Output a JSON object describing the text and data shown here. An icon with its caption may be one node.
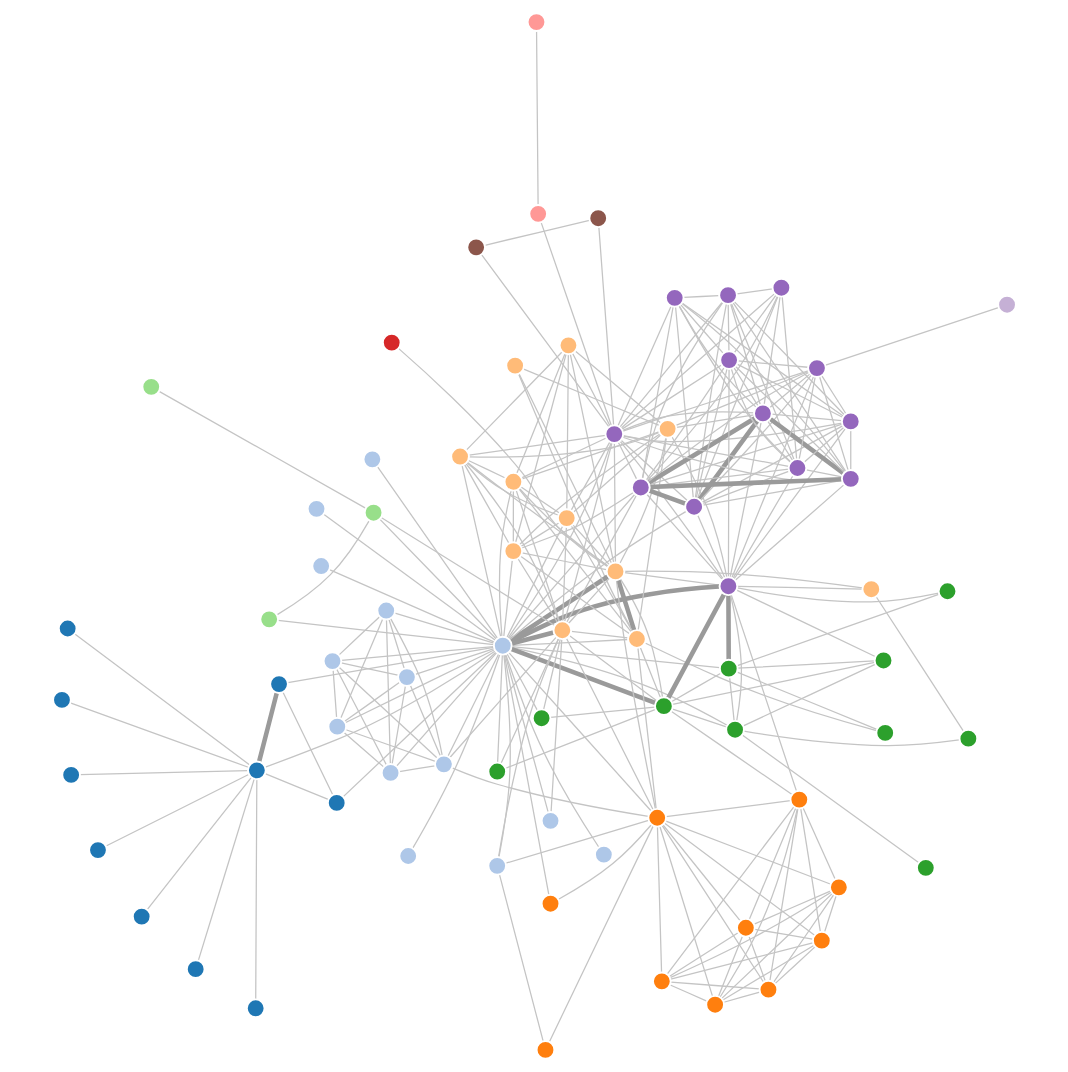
{
  "diagram": {
    "nodes": [
      {
        "text": [],
        "shape": "circle"
      },
      {
        "text": [],
        "shape": "circle"
      },
      {
        "text": [],
        "shape": "circle"
      },
      {
        "text": [],
        "shape": "circle"
      },
      {
        "text": [],
        "shape": "circle"
      },
      {
        "text": [],
        "shape": "circle"
      },
      {
        "text": [],
        "shape": "circle"
      },
      {
        "text": [],
        "shape": "circle"
      },
      {
        "text": [],
        "shape": "circle"
      },
      {
        "text": [],
        "shape": "circle"
      },
      {
        "text": [],
        "shape": "circle"
      },
      {
        "text": [],
        "shape": "circle"
      },
      {
        "text": [],
        "shape": "circle"
      },
      {
        "text": [],
        "shape": "circle"
      },
      {
        "text": [],
        "shape": "circle"
      },
      {
        "text": [],
        "shape": "circle"
      },
      {
        "text": [],
        "shape": "circle"
      },
      {
        "text": [],
        "shape": "circle"
      },
      {
        "text": [],
        "shape": "circle"
      },
      {
        "text": [],
        "shape": "circle"
      },
      {
        "text": [],
        "shape": "circle"
      },
      {
        "text": [],
        "shape": "circle"
      },
      {
        "text": [],
        "shape": "circle"
      },
      {
        "text": [],
        "shape": "circle"
      },
      {
        "text": [],
        "shape": "circle"
      },
      {
        "text": [],
        "shape": "circle"
      },
      {
        "text": [],
        "shape": "circle"
      },
      {
        "text": [],
        "shape": "circle"
      },
      {
        "text": [],
        "shape": "circle"
      },
      {
        "text": [],
        "shape": "circle"
      },
      {
        "text": [],
        "shape": "circle"
      },
      {
        "text": [],
        "shape": "circle"
      },
      {
        "text": [],
        "shape": "circle"
      },
      {
        "text": [],
        "shape": "circle"
      },
      {
        "text": [],
        "shape": "circle"
      },
      {
        "text": [],
        "shape": "circle"
      },
      {
        "text": [],
        "shape": "circle"
      },
      {
        "text": [],
        "shape": "circle"
      },
      {
        "text": [],
        "shape": "circle"
      },
      {
        "text": [],
        "shape": "circle"
      },
      {
        "text": [],
        "shape": "circle"
      },
      {
        "text": [],
        "shape": "circle"
      },
      {
        "text": [],
        "shape": "circle"
      },
      {
        "text": [],
        "shape": "circle"
      },
      {
        "text": [],
        "shape": "circle"
      },
      {
        "text": [],
        "shape": "circle"
      },
      {
        "text": [],
        "shape": "circle"
      },
      {
        "text": [],
        "shape": "circle"
      },
      {
        "text": [],
        "shape": "circle"
      },
      {
        "text": [],
        "shape": "circle"
      },
      {
        "text": [],
        "shape": "circle"
      },
      {
        "text": [],
        "shape": "circle"
      },
      {
        "text": [],
        "shape": "circle"
      },
      {
        "text": [],
        "shape": "circle"
      },
      {
        "text": [],
        "shape": "circle"
      },
      {
        "text": [],
        "shape": "circle"
      },
      {
        "text": [],
        "shape": "circle"
      },
      {
        "text": [],
        "shape": "circle"
      },
      {
        "text": [],
        "shape": "circle"
      },
      {
        "text": [],
        "shape": "circle"
      },
      {
        "text": [],
        "shape": "circle"
      },
      {
        "text": [],
        "shape": "circle"
      },
      {
        "text": [],
        "shape": "circle"
      },
      {
        "text": [],
        "shape": "circle"
      },
      {
        "text": [],
        "shape": "circle"
      },
      {
        "text": [],
        "shape": "circle"
      },
      {
        "text": [],
        "shape": "circle"
      },
      {
        "text": [],
        "shape": "circle"
      },
      {
        "text": [],
        "shape": "circle"
      },
      {
        "text": [],
        "shape": "circle"
      },
      {
        "text": [],
        "shape": "circle"
      },
      {
        "text": [],
        "shape": "circle"
      },
      {
        "text": [],
        "shape": "circle"
      },
      {
        "text": [],
        "shape": "circle"
      },
      {
        "text": [],
        "shape": "circle"
      },
      {
        "text": [],
        "shape": "circle"
      },
      {
        "text": [],
        "shape": "circle"
      }
    ],
    "edges": [
      {
        "from": 0,
        "to": 6,
        "arrow": "none"
      },
      {
        "from": 20,
        "to": 6,
        "arrow": "none"
      },
      {
        "from": 30,
        "to": 6,
        "arrow": "none",
        "style": "thick"
      },
      {
        "from": 30,
        "to": 20,
        "arrow": "none"
      },
      {
        "from": 3,
        "to": 6,
        "arrow": "none"
      },
      {
        "from": 2,
        "to": 6,
        "arrow": "none"
      },
      {
        "from": 5,
        "to": 6,
        "arrow": "none"
      },
      {
        "from": 10,
        "to": 6,
        "arrow": "none"
      },
      {
        "from": 13,
        "to": 6,
        "arrow": "none"
      },
      {
        "from": 9,
        "to": 6,
        "arrow": "none"
      },
      {
        "from": 60,
        "to": 55,
        "arrow": "none"
      },
      {
        "from": 60,
        "to": 30,
        "arrow": "none"
      },
      {
        "from": 60,
        "to": 20,
        "arrow": "none"
      },
      {
        "from": 60,
        "to": 6,
        "arrow": "none"
      },
      {
        "from": 51,
        "to": 60,
        "arrow": "none"
      },
      {
        "from": 61,
        "to": 60,
        "arrow": "none"
      },
      {
        "from": 64,
        "to": 60,
        "arrow": "none"
      },
      {
        "from": 69,
        "to": 60,
        "arrow": "none"
      },
      {
        "from": 70,
        "to": 68,
        "arrow": "none"
      },
      {
        "from": 72,
        "to": 68,
        "arrow": "none"
      },
      {
        "from": 72,
        "to": 70,
        "arrow": "none"
      },
      {
        "from": 74,
        "to": 68,
        "arrow": "none"
      },
      {
        "from": 74,
        "to": 70,
        "arrow": "none"
      },
      {
        "from": 74,
        "to": 72,
        "arrow": "none"
      },
      {
        "from": 73,
        "to": 68,
        "arrow": "none"
      },
      {
        "from": 73,
        "to": 70,
        "arrow": "none"
      },
      {
        "from": 73,
        "to": 72,
        "arrow": "none"
      },
      {
        "from": 73,
        "to": 74,
        "arrow": "none"
      },
      {
        "from": 76,
        "to": 68,
        "arrow": "none"
      },
      {
        "from": 76,
        "to": 70,
        "arrow": "none"
      },
      {
        "from": 76,
        "to": 72,
        "arrow": "none"
      },
      {
        "from": 76,
        "to": 74,
        "arrow": "none"
      },
      {
        "from": 76,
        "to": 73,
        "arrow": "none"
      },
      {
        "from": 75,
        "to": 68,
        "arrow": "none"
      },
      {
        "from": 75,
        "to": 70,
        "arrow": "none"
      },
      {
        "from": 75,
        "to": 72,
        "arrow": "none"
      },
      {
        "from": 75,
        "to": 74,
        "arrow": "none"
      },
      {
        "from": 75,
        "to": 73,
        "arrow": "none"
      },
      {
        "from": 75,
        "to": 76,
        "arrow": "none"
      },
      {
        "from": 66,
        "to": 68,
        "arrow": "none"
      },
      {
        "from": 66,
        "to": 70,
        "arrow": "none"
      },
      {
        "from": 66,
        "to": 72,
        "arrow": "none"
      },
      {
        "from": 66,
        "to": 74,
        "arrow": "none"
      },
      {
        "from": 66,
        "to": 73,
        "arrow": "none"
      },
      {
        "from": 66,
        "to": 76,
        "arrow": "none"
      },
      {
        "from": 66,
        "to": 75,
        "arrow": "none"
      },
      {
        "from": 66,
        "to": 51,
        "arrow": "none"
      },
      {
        "from": 66,
        "to": 60,
        "arrow": "none"
      },
      {
        "from": 19,
        "to": 66,
        "arrow": "none"
      },
      {
        "from": 19,
        "to": 60,
        "arrow": "none"
      },
      {
        "from": 29,
        "to": 19,
        "arrow": "none",
        "style": "thick"
      },
      {
        "from": 29,
        "to": 66,
        "arrow": "none"
      },
      {
        "from": 29,
        "to": 60,
        "arrow": "none",
        "style": "thick"
      },
      {
        "from": 17,
        "to": 19,
        "arrow": "none"
      },
      {
        "from": 17,
        "to": 60,
        "arrow": "none",
        "style": "thick"
      },
      {
        "from": 17,
        "to": 68,
        "arrow": "none"
      },
      {
        "from": 17,
        "to": 29,
        "arrow": "none"
      },
      {
        "from": 40,
        "to": 60,
        "arrow": "none",
        "style": "thick"
      },
      {
        "from": 40,
        "to": 66,
        "arrow": "none"
      },
      {
        "from": 40,
        "to": 29,
        "arrow": "none"
      },
      {
        "from": 40,
        "to": 19,
        "arrow": "none"
      },
      {
        "from": 40,
        "to": 17,
        "arrow": "none"
      },
      {
        "from": 52,
        "to": 60,
        "arrow": "none"
      },
      {
        "from": 52,
        "to": 40,
        "arrow": "none"
      },
      {
        "from": 36,
        "to": 66,
        "arrow": "none"
      },
      {
        "from": 36,
        "to": 40,
        "arrow": "none"
      },
      {
        "from": 36,
        "to": 60,
        "arrow": "none"
      },
      {
        "from": 62,
        "to": 66,
        "arrow": "none"
      },
      {
        "from": 65,
        "to": 62,
        "arrow": "none"
      },
      {
        "from": 65,
        "to": 60,
        "arrow": "none"
      },
      {
        "from": 65,
        "to": 66,
        "arrow": "none"
      },
      {
        "from": 65,
        "to": 40,
        "arrow": "none"
      },
      {
        "from": 71,
        "to": 60,
        "arrow": "none"
      },
      {
        "from": 46,
        "to": 60,
        "arrow": "none"
      },
      {
        "from": 46,
        "to": 40,
        "arrow": "none"
      },
      {
        "from": 21,
        "to": 60,
        "arrow": "none"
      },
      {
        "from": 21,
        "to": 36,
        "arrow": "none"
      },
      {
        "from": 26,
        "to": 60,
        "arrow": "none"
      },
      {
        "from": 26,
        "to": 21,
        "arrow": "none"
      },
      {
        "from": 26,
        "to": 36,
        "arrow": "none"
      },
      {
        "from": 31,
        "to": 21,
        "arrow": "none"
      },
      {
        "from": 31,
        "to": 26,
        "arrow": "none"
      },
      {
        "from": 31,
        "to": 60,
        "arrow": "none"
      },
      {
        "from": 31,
        "to": 36,
        "arrow": "none"
      },
      {
        "from": 41,
        "to": 21,
        "arrow": "none"
      },
      {
        "from": 41,
        "to": 26,
        "arrow": "none"
      },
      {
        "from": 41,
        "to": 31,
        "arrow": "none"
      },
      {
        "from": 41,
        "to": 60,
        "arrow": "none"
      },
      {
        "from": 41,
        "to": 36,
        "arrow": "none"
      },
      {
        "from": 47,
        "to": 21,
        "arrow": "none"
      },
      {
        "from": 47,
        "to": 26,
        "arrow": "none"
      },
      {
        "from": 47,
        "to": 31,
        "arrow": "none"
      },
      {
        "from": 47,
        "to": 41,
        "arrow": "none"
      },
      {
        "from": 47,
        "to": 60,
        "arrow": "none"
      },
      {
        "from": 47,
        "to": 36,
        "arrow": "none"
      },
      {
        "from": 16,
        "to": 29,
        "arrow": "none"
      },
      {
        "from": 50,
        "to": 29,
        "arrow": "none"
      },
      {
        "from": 33,
        "to": 19,
        "arrow": "none"
      },
      {
        "from": 33,
        "to": 29,
        "arrow": "none"
      },
      {
        "from": 24,
        "to": 33,
        "arrow": "none"
      },
      {
        "from": 24,
        "to": 29,
        "arrow": "none"
      },
      {
        "from": 24,
        "to": 19,
        "arrow": "none"
      },
      {
        "from": 25,
        "to": 60,
        "arrow": "none"
      },
      {
        "from": 25,
        "to": 17,
        "arrow": "none"
      },
      {
        "from": 25,
        "to": 40,
        "arrow": "none"
      },
      {
        "from": 56,
        "to": 52,
        "arrow": "none"
      },
      {
        "from": 56,
        "to": 60,
        "arrow": "none"
      },
      {
        "from": 57,
        "to": 52,
        "arrow": "none"
      },
      {
        "from": 18,
        "to": 7,
        "arrow": "none"
      },
      {
        "from": 32,
        "to": 18,
        "arrow": "none"
      },
      {
        "from": 32,
        "to": 29,
        "arrow": "none"
      },
      {
        "from": 32,
        "to": 40,
        "arrow": "none"
      },
      {
        "from": 32,
        "to": 60,
        "arrow": "none"
      },
      {
        "from": 8,
        "to": 17,
        "arrow": "none"
      },
      {
        "from": 8,
        "to": 60,
        "arrow": "none"
      },
      {
        "from": 4,
        "to": 8,
        "arrow": "none"
      },
      {
        "from": 4,
        "to": 19,
        "arrow": "none"
      },
      {
        "from": 11,
        "to": 8,
        "arrow": "none"
      },
      {
        "from": 11,
        "to": 17,
        "arrow": "none"
      },
      {
        "from": 11,
        "to": 60,
        "arrow": "none"
      },
      {
        "from": 15,
        "to": 11,
        "arrow": "none"
      },
      {
        "from": 15,
        "to": 16,
        "arrow": "none"
      },
      {
        "from": 1,
        "to": 11,
        "arrow": "none"
      },
      {
        "from": 12,
        "to": 11,
        "arrow": "none"
      },
      {
        "from": 12,
        "to": 8,
        "arrow": "none"
      },
      {
        "from": 12,
        "to": 17,
        "arrow": "none"
      },
      {
        "from": 28,
        "to": 11,
        "arrow": "none"
      },
      {
        "from": 28,
        "to": 8,
        "arrow": "none",
        "style": "thick"
      },
      {
        "from": 28,
        "to": 16,
        "arrow": "none"
      },
      {
        "from": 28,
        "to": 12,
        "arrow": "none"
      },
      {
        "from": 28,
        "to": 17,
        "arrow": "none",
        "style": "thick"
      },
      {
        "from": 28,
        "to": 60,
        "arrow": "none",
        "style": "thick"
      },
      {
        "from": 28,
        "to": 68,
        "arrow": "none"
      },
      {
        "from": 28,
        "to": 29,
        "arrow": "none"
      },
      {
        "from": 28,
        "to": 33,
        "arrow": "none"
      },
      {
        "from": 28,
        "to": 32,
        "arrow": "none"
      },
      {
        "from": 14,
        "to": 8,
        "arrow": "none"
      },
      {
        "from": 14,
        "to": 28,
        "arrow": "none"
      },
      {
        "from": 59,
        "to": 28,
        "arrow": "none"
      },
      {
        "from": 59,
        "to": 33,
        "arrow": "none"
      },
      {
        "from": 59,
        "to": 32,
        "arrow": "none"
      },
      {
        "from": 49,
        "to": 28,
        "arrow": "none"
      },
      {
        "from": 49,
        "to": 32,
        "arrow": "none"
      },
      {
        "from": 49,
        "to": 40,
        "arrow": "none"
      },
      {
        "from": 49,
        "to": 59,
        "arrow": "none"
      },
      {
        "from": 49,
        "to": 60,
        "arrow": "none"
      },
      {
        "from": 63,
        "to": 49,
        "arrow": "none",
        "style": "thick"
      },
      {
        "from": 63,
        "to": 28,
        "arrow": "none"
      },
      {
        "from": 63,
        "to": 32,
        "arrow": "none"
      },
      {
        "from": 63,
        "to": 59,
        "arrow": "none"
      },
      {
        "from": 42,
        "to": 32,
        "arrow": "none"
      },
      {
        "from": 42,
        "to": 49,
        "arrow": "none"
      },
      {
        "from": 42,
        "to": 63,
        "arrow": "none"
      },
      {
        "from": 37,
        "to": 32,
        "arrow": "none"
      },
      {
        "from": 37,
        "to": 49,
        "arrow": "none"
      },
      {
        "from": 37,
        "to": 42,
        "arrow": "none"
      },
      {
        "from": 37,
        "to": 63,
        "arrow": "none"
      },
      {
        "from": 37,
        "to": 59,
        "arrow": "none"
      },
      {
        "from": 37,
        "to": 28,
        "arrow": "none"
      },
      {
        "from": 48,
        "to": 28,
        "arrow": "none"
      },
      {
        "from": 48,
        "to": 49,
        "arrow": "none",
        "style": "thick"
      },
      {
        "from": 48,
        "to": 63,
        "arrow": "none",
        "style": "thick"
      },
      {
        "from": 48,
        "to": 32,
        "arrow": "none"
      },
      {
        "from": 48,
        "to": 59,
        "arrow": "none"
      },
      {
        "from": 48,
        "to": 33,
        "arrow": "none"
      },
      {
        "from": 48,
        "to": 37,
        "arrow": "none"
      },
      {
        "from": 48,
        "to": 42,
        "arrow": "none"
      },
      {
        "from": 58,
        "to": 63,
        "arrow": "none"
      },
      {
        "from": 58,
        "to": 32,
        "arrow": "none"
      },
      {
        "from": 58,
        "to": 48,
        "arrow": "none"
      },
      {
        "from": 58,
        "to": 59,
        "arrow": "none"
      },
      {
        "from": 58,
        "to": 49,
        "arrow": "none"
      },
      {
        "from": 58,
        "to": 37,
        "arrow": "none"
      },
      {
        "from": 58,
        "to": 42,
        "arrow": "none"
      },
      {
        "from": 58,
        "to": 28,
        "arrow": "none"
      },
      {
        "from": 43,
        "to": 28,
        "arrow": "none"
      },
      {
        "from": 43,
        "to": 48,
        "arrow": "none",
        "style": "thick"
      },
      {
        "from": 43,
        "to": 32,
        "arrow": "none"
      },
      {
        "from": 43,
        "to": 58,
        "arrow": "none"
      },
      {
        "from": 43,
        "to": 49,
        "arrow": "none",
        "style": "thick"
      },
      {
        "from": 43,
        "to": 37,
        "arrow": "none"
      },
      {
        "from": 43,
        "to": 42,
        "arrow": "none"
      },
      {
        "from": 43,
        "to": 63,
        "arrow": "none"
      },
      {
        "from": 43,
        "to": 59,
        "arrow": "none"
      },
      {
        "from": 43,
        "to": 60,
        "arrow": "none"
      },
      {
        "from": 53,
        "to": 58,
        "arrow": "none"
      },
      {
        "from": 53,
        "to": 43,
        "arrow": "none"
      },
      {
        "from": 53,
        "to": 32,
        "arrow": "none"
      },
      {
        "from": 53,
        "to": 48,
        "arrow": "none"
      },
      {
        "from": 53,
        "to": 49,
        "arrow": "none"
      },
      {
        "from": 53,
        "to": 37,
        "arrow": "none"
      },
      {
        "from": 53,
        "to": 42,
        "arrow": "none"
      },
      {
        "from": 53,
        "to": 63,
        "arrow": "none"
      },
      {
        "from": 53,
        "to": 59,
        "arrow": "none"
      },
      {
        "from": 53,
        "to": 28,
        "arrow": "none"
      },
      {
        "from": 27,
        "to": 43,
        "arrow": "none"
      },
      {
        "from": 27,
        "to": 49,
        "arrow": "none"
      },
      {
        "from": 27,
        "to": 63,
        "arrow": "none"
      },
      {
        "from": 27,
        "to": 48,
        "arrow": "none"
      },
      {
        "from": 27,
        "to": 53,
        "arrow": "none"
      },
      {
        "from": 27,
        "to": 32,
        "arrow": "none"
      },
      {
        "from": 27,
        "to": 58,
        "arrow": "none"
      },
      {
        "from": 27,
        "to": 37,
        "arrow": "none"
      },
      {
        "from": 27,
        "to": 42,
        "arrow": "none"
      },
      {
        "from": 67,
        "to": 59,
        "arrow": "none"
      },
      {
        "from": 34,
        "to": 29,
        "arrow": "none"
      },
      {
        "from": 34,
        "to": 60,
        "arrow": "none"
      },
      {
        "from": 34,
        "to": 19,
        "arrow": "none"
      },
      {
        "from": 34,
        "to": 40,
        "arrow": "none"
      },
      {
        "from": 34,
        "to": 32,
        "arrow": "none"
      },
      {
        "from": 34,
        "to": 33,
        "arrow": "none"
      },
      {
        "from": 39,
        "to": 29,
        "arrow": "none"
      },
      {
        "from": 39,
        "to": 34,
        "arrow": "none"
      },
      {
        "from": 39,
        "to": 60,
        "arrow": "none"
      },
      {
        "from": 39,
        "to": 19,
        "arrow": "none"
      },
      {
        "from": 39,
        "to": 40,
        "arrow": "none"
      },
      {
        "from": 39,
        "to": 32,
        "arrow": "none"
      },
      {
        "from": 39,
        "to": 33,
        "arrow": "none"
      },
      {
        "from": 54,
        "to": 29,
        "arrow": "none"
      },
      {
        "from": 54,
        "to": 39,
        "arrow": "none"
      },
      {
        "from": 54,
        "to": 34,
        "arrow": "none"
      },
      {
        "from": 54,
        "to": 60,
        "arrow": "none"
      },
      {
        "from": 54,
        "to": 19,
        "arrow": "none"
      },
      {
        "from": 54,
        "to": 40,
        "arrow": "none"
      },
      {
        "from": 54,
        "to": 33,
        "arrow": "none"
      },
      {
        "from": 54,
        "to": 49,
        "arrow": "none"
      },
      {
        "from": 45,
        "to": 40,
        "arrow": "none"
      },
      {
        "from": 45,
        "to": 39,
        "arrow": "none"
      },
      {
        "from": 45,
        "to": 34,
        "arrow": "none"
      },
      {
        "from": 45,
        "to": 54,
        "arrow": "none"
      },
      {
        "from": 45,
        "to": 60,
        "arrow": "none"
      },
      {
        "from": 45,
        "to": 32,
        "arrow": "none"
      },
      {
        "from": 45,
        "to": 33,
        "arrow": "none"
      },
      {
        "from": 45,
        "to": 29,
        "arrow": "none"
      },
      {
        "from": 35,
        "to": 17,
        "arrow": "none"
      },
      {
        "from": 35,
        "to": 40,
        "arrow": "none"
      },
      {
        "from": 35,
        "to": 60,
        "arrow": "none"
      },
      {
        "from": 38,
        "to": 32,
        "arrow": "none"
      },
      {
        "from": 44,
        "to": 32,
        "arrow": "none"
      },
      {
        "from": 44,
        "to": 38,
        "arrow": "none"
      },
      {
        "from": 23,
        "to": 39,
        "arrow": "none"
      },
      {
        "from": 23,
        "to": 34,
        "arrow": "none"
      },
      {
        "from": 23,
        "to": 29,
        "arrow": "none"
      },
      {
        "from": 23,
        "to": 32,
        "arrow": "none"
      },
      {
        "from": 23,
        "to": 33,
        "arrow": "none"
      },
      {
        "from": 23,
        "to": 54,
        "arrow": "none"
      },
      {
        "from": 23,
        "to": 45,
        "arrow": "none"
      },
      {
        "from": 22,
        "to": 43,
        "arrow": "none"
      },
      {
        "from": 22,
        "to": 53,
        "arrow": "none"
      },
      {
        "from": 22,
        "to": 27,
        "arrow": "none"
      },
      {
        "from": 22,
        "to": 58,
        "arrow": "none"
      },
      {
        "from": 22,
        "to": 48,
        "arrow": "none"
      },
      {
        "from": 22,
        "to": 32,
        "arrow": "none"
      },
      {
        "from": 22,
        "to": 49,
        "arrow": "none"
      }
    ]
  }
}
